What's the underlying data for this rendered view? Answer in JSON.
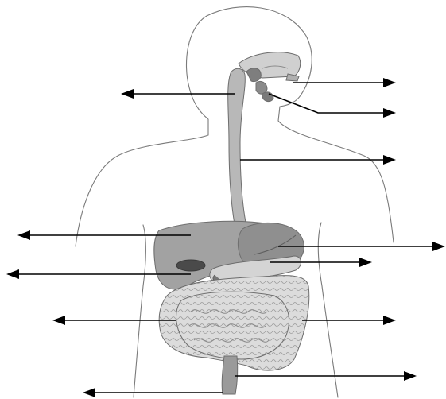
{
  "diagram": {
    "subject": "",
    "colors": {
      "background": "#ffffff",
      "outline": "#7a7a7a",
      "organ_dark": "#7f7f7f",
      "organ_mid": "#9a9a9a",
      "organ_light": "#c4c4c4",
      "intestine": "#d9d9d9",
      "arrow": "#000000"
    },
    "labels": [
      {
        "id": "label-1",
        "text": ""
      },
      {
        "id": "label-2",
        "text": ""
      },
      {
        "id": "label-3",
        "text": ""
      },
      {
        "id": "label-4",
        "text": ""
      },
      {
        "id": "label-5",
        "text": ""
      },
      {
        "id": "label-6",
        "text": ""
      },
      {
        "id": "label-7",
        "text": ""
      },
      {
        "id": "label-8",
        "text": ""
      },
      {
        "id": "label-9",
        "text": ""
      },
      {
        "id": "label-10",
        "text": ""
      },
      {
        "id": "label-11",
        "text": ""
      },
      {
        "id": "label-12",
        "text": ""
      }
    ]
  }
}
